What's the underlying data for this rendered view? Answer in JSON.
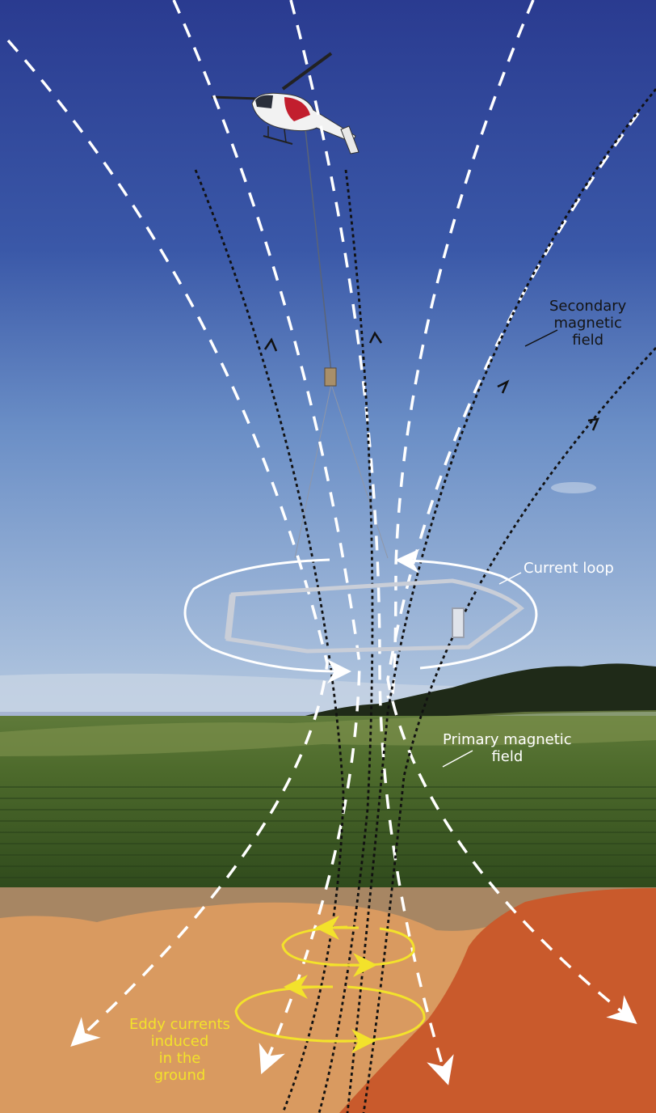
{
  "labels": {
    "secondary_field": [
      "Secondary",
      "magnetic",
      "field"
    ],
    "current_loop": "Current loop",
    "primary_field": [
      "Primary magnetic",
      "field"
    ],
    "eddy_currents": [
      "Eddy currents",
      "induced",
      "in the",
      "ground"
    ]
  },
  "colors": {
    "sky_top": "#2b3d92",
    "sky_bottom": "#a9c0dc",
    "field_green": "#3d5a22",
    "soil_light": "#d99a60",
    "soil_dark": "#c95a2c",
    "soil_band": "#a78663",
    "label_yellow": "#f3e22b"
  },
  "icons": [
    "helicopter-icon",
    "sensor-bird-icon",
    "loop-frame-icon"
  ]
}
